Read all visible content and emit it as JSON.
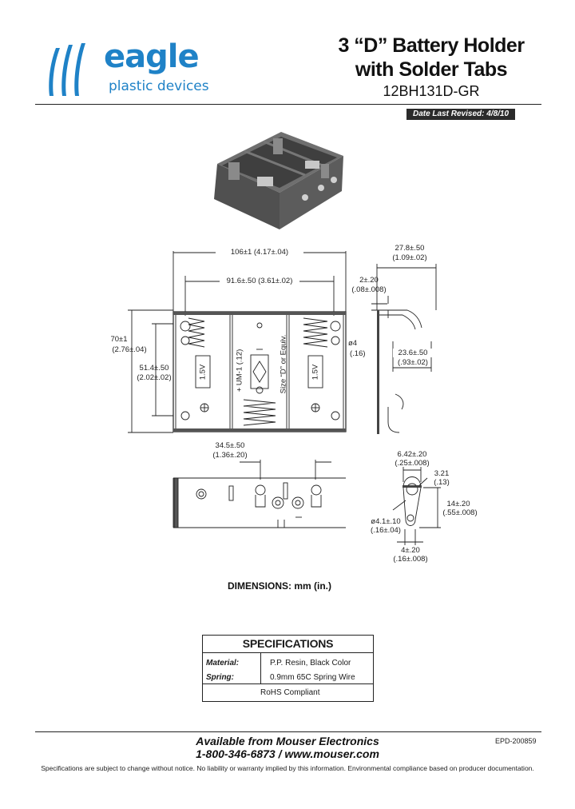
{
  "brand": {
    "name": "eagle",
    "tagline": "plastic devices",
    "color": "#1f82c7"
  },
  "title": {
    "line1": "3 “D” Battery Holder",
    "line2": "with Solder Tabs",
    "part_number": "12BH131D-GR"
  },
  "revision": "Date Last Revised:  4/8/10",
  "drawing": {
    "dims": {
      "overall_length": "106±1 (4.17±.04)",
      "contact_span": "91.6±.50 (3.61±.02)",
      "height_mm": "70±1",
      "height_in": "(2.76±.04)",
      "inner_height_mm": "51.4±.50",
      "inner_height_in": "(2.02±.02)",
      "side_depth_mm": "27.8±.50",
      "side_depth_in": "(1.09±.02)",
      "wall_mm": "2±.20",
      "wall_in": "(.08±.008)",
      "hole_mm": "ø4",
      "hole_in": "(.16)",
      "side_inner_mm": "23.6±.50",
      "side_inner_in": "(.93±.02)",
      "tab_offset_mm": "34.5±.50",
      "tab_offset_in": "(1.36±.20)",
      "tab_width_mm": "6.42±.20",
      "tab_width_in": "(.25±.008)",
      "tab_r_mm": "3.21",
      "tab_r_in": "(.13)",
      "tab_hole_mm": "ø4.1±.10",
      "tab_hole_in": "(.16±.04)",
      "tab_len_mm": "14±.20",
      "tab_len_in": "(.55±.008)",
      "tab_base_mm": "4±.20",
      "tab_base_in": "(.16±.008)"
    },
    "cell_labels": [
      "1.5V",
      "1.5V"
    ],
    "middle_label_1": "Size “D” or Equiv.",
    "middle_label_2": "+ UM-1 (.12)",
    "caption": "DIMENSIONS: mm (in.)"
  },
  "specifications": {
    "heading": "SPECIFICATIONS",
    "rows": [
      {
        "label": "Material:",
        "value": "P.P. Resin, Black Color"
      },
      {
        "label": "Spring:",
        "value": "0.9mm 65C Spring Wire"
      }
    ],
    "footer": "RoHS Compliant"
  },
  "footer": {
    "available": "Available from Mouser Electronics",
    "contact": "1-800-346-6873 / www.mouser.com",
    "doc_id": "EPD-200859",
    "disclaimer": "Specifications are subject to change without notice.   No liability or warranty implied by this information.   Environmental compliance based on producer documentation."
  }
}
